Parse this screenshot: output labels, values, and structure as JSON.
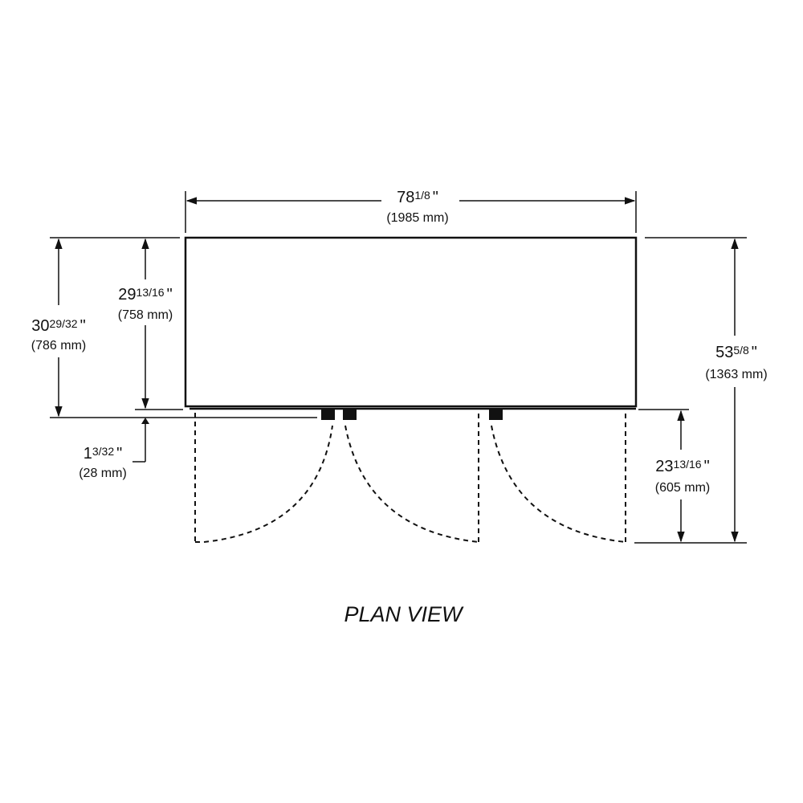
{
  "view_title": "PLAN VIEW",
  "dimensions": {
    "width": {
      "whole": "78",
      "frac": "1/8",
      "unit": "\"",
      "metric": "(1985 mm)"
    },
    "cabinet_depth": {
      "whole": "29",
      "frac": "13/16",
      "unit": "\"",
      "metric": "(758 mm)"
    },
    "overall_depth": {
      "whole": "30",
      "frac": "29/32",
      "unit": "\"",
      "metric": "(786 mm)"
    },
    "door_clearance": {
      "whole": "53",
      "frac": "5/8",
      "unit": "\"",
      "metric": "(1363 mm)"
    },
    "handle_depth": {
      "whole": "1",
      "frac": "3/32",
      "unit": "\"",
      "metric": "(28 mm)"
    },
    "door_swing": {
      "whole": "23",
      "frac": "13/16",
      "unit": "\"",
      "metric": "(605 mm)"
    }
  },
  "colors": {
    "line": "#111111",
    "background": "#ffffff"
  }
}
